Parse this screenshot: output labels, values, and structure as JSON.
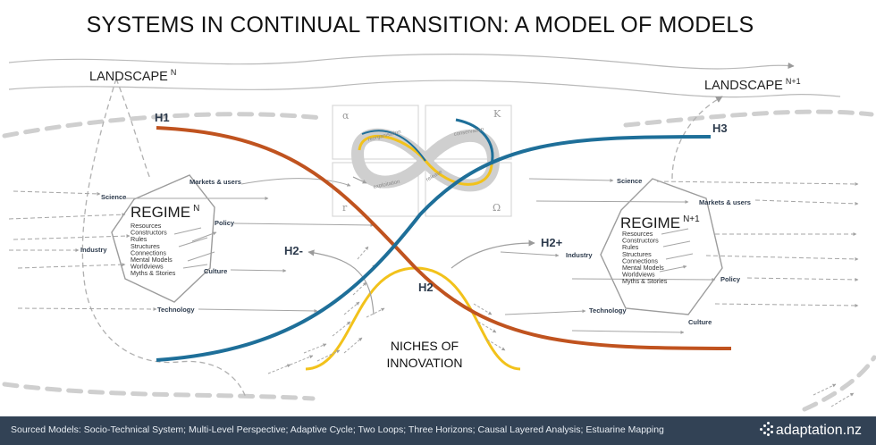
{
  "title": "SYSTEMS IN CONTINUAL TRANSITION: A MODEL OF MODELS",
  "landscape_left": {
    "text": "LANDSCAPE",
    "sup": "N"
  },
  "landscape_right": {
    "text": "LANDSCAPE",
    "sup": "N+1"
  },
  "horizons": {
    "h1": "H1",
    "h2": "H2",
    "h3": "H3",
    "h2_minus": "H2-",
    "h2_plus": "H2+"
  },
  "niches": {
    "line1": "NICHES OF",
    "line2": "INNOVATION"
  },
  "regime_left": {
    "title": "REGIME",
    "sup": "N",
    "items": [
      "Resources",
      "Constructors",
      "Rules",
      "Structures",
      "Connections",
      "Mental Models",
      "Worldviews",
      "Myths & Stories"
    ],
    "labels": {
      "science": "Science",
      "markets": "Markets & users",
      "policy": "Policy",
      "industry": "Industry",
      "culture": "Culture",
      "technology": "Technology"
    }
  },
  "regime_right": {
    "title": "REGIME",
    "sup": "N+1",
    "items": [
      "Resources",
      "Constructors",
      "Rules",
      "Structures",
      "Connections",
      "Mental Models",
      "Worldviews",
      "Myths & Stories"
    ],
    "labels": {
      "science": "Science",
      "markets": "Markets & users",
      "policy": "Policy",
      "industry": "Industry",
      "culture": "Culture",
      "technology": "Technology"
    }
  },
  "adaptive_cycle": {
    "quadrants": {
      "alpha": "α",
      "kappa": "K",
      "r": "r",
      "omega": "Ω"
    },
    "labels": {
      "reorganisation": "reorganisation",
      "conservation": "conservation",
      "exploitation": "exploitation",
      "release": "release"
    }
  },
  "colors": {
    "h1": "#c0531f",
    "h3": "#1e6f99",
    "h2": "#f2c21b",
    "arrow": "#9a9a9a",
    "footer_bg": "#324255"
  },
  "footer": {
    "sources": "Sourced Models: Socio-Technical System; Multi-Level Perspective; Adaptive Cycle; Two Loops; Three Horizons; Causal Layered Analysis; Estuarine Mapping",
    "brand": "adaptation.nz"
  }
}
